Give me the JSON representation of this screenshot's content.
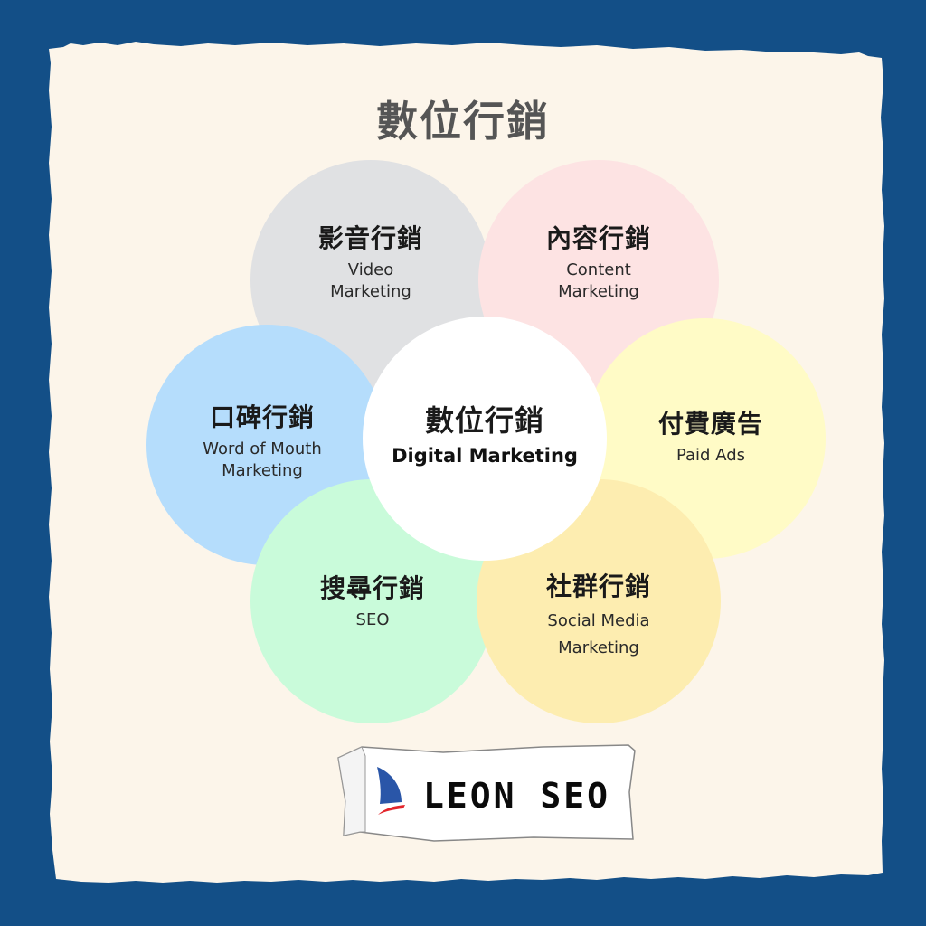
{
  "title": "數位行銷",
  "colors": {
    "background": "#134f87",
    "paper": "#fcf5ea",
    "title_text": "#555555",
    "video": "#e0e1e3",
    "content": "#fde3e3",
    "word_of_mouth": "#b5ddfc",
    "paid_ads": "#fffbc6",
    "seo": "#c9fbda",
    "social": "#fdedb0",
    "center": "#ffffff",
    "sail_blue": "#2a56a8",
    "sail_red": "#e2252b"
  },
  "center": {
    "zh": "數位行銷",
    "en": "Digital Marketing"
  },
  "circles": [
    {
      "id": "video",
      "zh": "影音行銷",
      "en": "Video\nMarketing"
    },
    {
      "id": "content",
      "zh": "內容行銷",
      "en": "Content\nMarketing"
    },
    {
      "id": "word_of_mouth",
      "zh": "口碑行銷",
      "en": "Word of Mouth\nMarketing"
    },
    {
      "id": "paid_ads",
      "zh": "付費廣告",
      "en": "Paid Ads"
    },
    {
      "id": "seo",
      "zh": "搜尋行銷",
      "en": "SEO"
    },
    {
      "id": "social",
      "zh": "社群行銷",
      "en": "Social Media\nMarketing"
    }
  ],
  "logo": {
    "text": "LEON SEO",
    "icon": "sailboat-icon"
  }
}
